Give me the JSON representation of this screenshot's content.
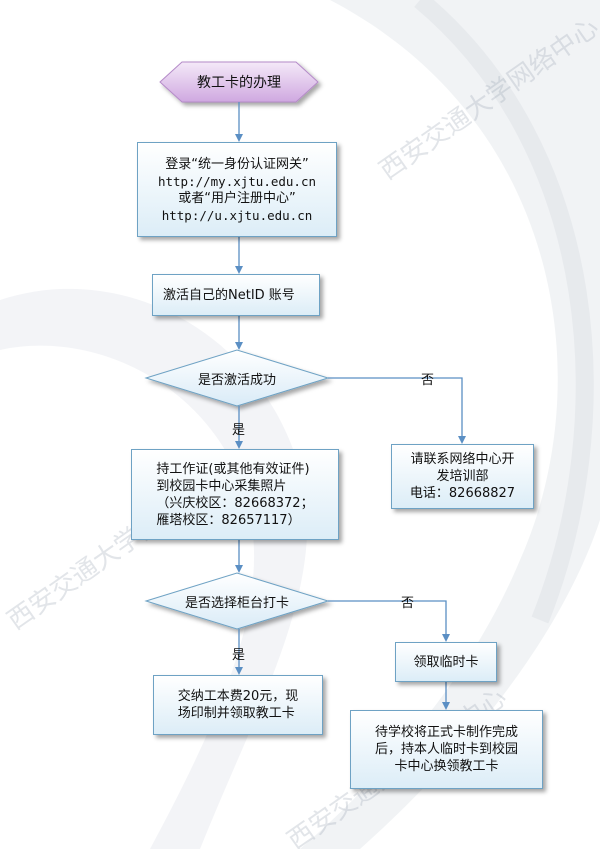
{
  "watermarks": [
    "西安交通大学网络中心",
    "西安交通大学网络中心",
    "西安交通大学网络中心"
  ],
  "flowchart": {
    "title": "教工卡的办理",
    "step_login": {
      "line1": "登录“统一身份认证网关”",
      "line2": "http://my.xjtu.edu.cn",
      "line3": "或者“用户注册中心”",
      "line4": "http://u.xjtu.edu.cn"
    },
    "step_activate": "激活自己的NetID 账号",
    "decision_activated": "是否激活成功",
    "branch_yes_1": "是",
    "branch_no_1": "否",
    "contact_center": {
      "line1": "请联系网络中心开",
      "line2": "发培训部",
      "line3": "电话：82668827"
    },
    "photo_step": {
      "line1": "持工作证(或其他有效证件)",
      "line2": "到校园卡中心采集照片",
      "line3": "（兴庆校区：82668372；",
      "line4": "雁塔校区：82657117）"
    },
    "decision_counter": "是否选择柜台打卡",
    "branch_yes_2": "是",
    "branch_no_2": "否",
    "temp_card": "领取临时卡",
    "pay_fee": {
      "line1": "交纳工本费20元，现",
      "line2": "场印制并领取教工卡"
    },
    "exchange_card": {
      "line1": "待学校将正式卡制作完成",
      "line2": "后，持本人临时卡到校园",
      "line3": "卡中心换领教工卡"
    }
  },
  "colors": {
    "connector": "#5b8fc4",
    "box_border": "#6ea2c4",
    "title_fill": "#d9b9e6",
    "diamond_fill": "#e6f2fa"
  }
}
